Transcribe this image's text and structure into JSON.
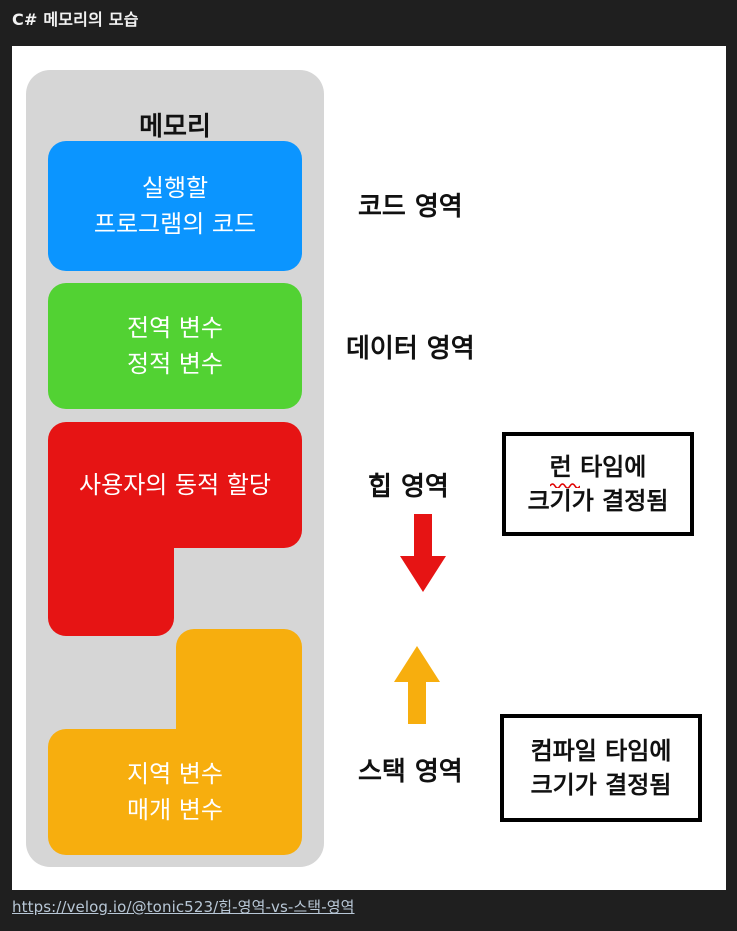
{
  "window": {
    "title": "C# 메모리의 모습"
  },
  "diagram": {
    "memory_title": "메모리",
    "blocks": {
      "code": [
        "실행할",
        "프로그램의 코드"
      ],
      "data": [
        "전역 변수",
        "정적 변수"
      ],
      "heap": "사용자의 동적 할당",
      "stack": [
        "지역 변수",
        "매개 변수"
      ]
    },
    "region_labels": {
      "code": "코드 영역",
      "data": "데이터 영역",
      "heap": "힙 영역",
      "stack": "스택 영역"
    },
    "notes": {
      "runtime": [
        "런 타임에",
        "크기가 결정됨"
      ],
      "compile": [
        "컴파일 타임에",
        "크기가 결정됨"
      ]
    },
    "arrows": {
      "heap_direction": "arrow-down",
      "stack_direction": "arrow-up",
      "heap_color": "#e61414",
      "stack_color": "#f7ae0e"
    },
    "colors": {
      "code": "#0b95ff",
      "data": "#52d233",
      "heap": "#e61414",
      "stack": "#f7ae0e",
      "memory_panel": "#d6d6d6"
    }
  },
  "footer": {
    "source_url": "https://velog.io/@tonic523/힙-영역-vs-스택-영역"
  }
}
